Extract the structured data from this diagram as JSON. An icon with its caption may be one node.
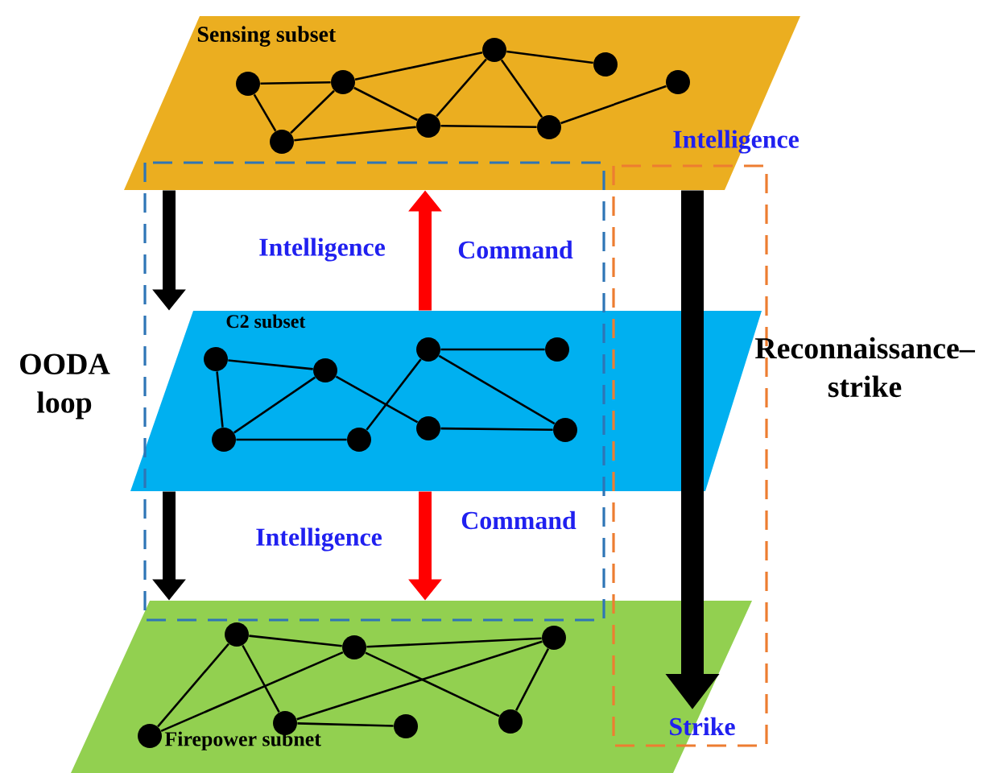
{
  "diagram": {
    "nodes": [
      {
        "text": [
          "Sensing subset"
        ]
      },
      {
        "text": [
          "C2 subset"
        ]
      },
      {
        "text": [
          "Firepower subnet"
        ]
      },
      {
        "text": [],
        "shape": "circle",
        "in": 0
      },
      {
        "text": [],
        "shape": "circle",
        "in": 0
      },
      {
        "text": [],
        "shape": "circle",
        "in": 0
      },
      {
        "text": [],
        "shape": "circle",
        "in": 0
      },
      {
        "text": [],
        "shape": "circle",
        "in": 0
      },
      {
        "text": [],
        "shape": "circle",
        "in": 0
      },
      {
        "text": [],
        "shape": "circle",
        "in": 0
      },
      {
        "text": [],
        "shape": "circle",
        "in": 0
      },
      {
        "text": [],
        "shape": "circle",
        "in": 1
      },
      {
        "text": [],
        "shape": "circle",
        "in": 1
      },
      {
        "text": [],
        "shape": "circle",
        "in": 1
      },
      {
        "text": [],
        "shape": "circle",
        "in": 1
      },
      {
        "text": [],
        "shape": "circle",
        "in": 1
      },
      {
        "text": [],
        "shape": "circle",
        "in": 1
      },
      {
        "text": [],
        "shape": "circle",
        "in": 1
      },
      {
        "text": [],
        "shape": "circle",
        "in": 1
      },
      {
        "text": [],
        "shape": "circle",
        "in": 2
      },
      {
        "text": [],
        "shape": "circle",
        "in": 2
      },
      {
        "text": [],
        "shape": "circle",
        "in": 2
      },
      {
        "text": [],
        "shape": "circle",
        "in": 2
      },
      {
        "text": [],
        "shape": "circle",
        "in": 2
      },
      {
        "text": [],
        "shape": "circle",
        "in": 2
      },
      {
        "text": [],
        "shape": "circle",
        "in": 2
      }
    ],
    "edges": [
      {
        "from": 0,
        "to": 1,
        "arrow": "to",
        "label": "Intelligence",
        "style": "thick"
      },
      {
        "from": 1,
        "to": 0,
        "arrow": "to",
        "label": "Command",
        "style": "thick",
        "color": "#ff0000"
      },
      {
        "from": 1,
        "to": 2,
        "arrow": "to",
        "label": "Intelligence",
        "style": "thick"
      },
      {
        "from": 1,
        "to": 2,
        "arrow": "to",
        "label": "Command",
        "style": "thick",
        "color": "#ff0000"
      },
      {
        "from": 0,
        "to": 2,
        "arrow": "to",
        "style": "thick"
      },
      {
        "from": 3,
        "to": 5,
        "arrow": "none"
      },
      {
        "from": 3,
        "to": 4,
        "arrow": "none"
      },
      {
        "from": 4,
        "to": 5,
        "arrow": "none"
      },
      {
        "from": 5,
        "to": 6,
        "arrow": "none"
      },
      {
        "from": 4,
        "to": 6,
        "arrow": "none"
      },
      {
        "from": 6,
        "to": 7,
        "arrow": "none"
      },
      {
        "from": 5,
        "to": 7,
        "arrow": "none"
      },
      {
        "from": 7,
        "to": 9,
        "arrow": "none"
      },
      {
        "from": 7,
        "to": 8,
        "arrow": "none"
      },
      {
        "from": 6,
        "to": 8,
        "arrow": "none"
      },
      {
        "from": 8,
        "to": 10,
        "arrow": "none"
      },
      {
        "from": 11,
        "to": 13,
        "arrow": "none"
      },
      {
        "from": 11,
        "to": 12,
        "arrow": "none"
      },
      {
        "from": 12,
        "to": 13,
        "arrow": "none"
      },
      {
        "from": 12,
        "to": 14,
        "arrow": "none"
      },
      {
        "from": 14,
        "to": 15,
        "arrow": "none"
      },
      {
        "from": 15,
        "to": 17,
        "arrow": "none"
      },
      {
        "from": 15,
        "to": 18,
        "arrow": "none"
      },
      {
        "from": 13,
        "to": 16,
        "arrow": "none"
      },
      {
        "from": 16,
        "to": 18,
        "arrow": "none"
      },
      {
        "from": 19,
        "to": 20,
        "arrow": "none"
      },
      {
        "from": 19,
        "to": 22,
        "arrow": "none"
      },
      {
        "from": 20,
        "to": 21,
        "arrow": "none"
      },
      {
        "from": 20,
        "to": 22,
        "arrow": "none"
      },
      {
        "from": 22,
        "to": 25,
        "arrow": "none"
      },
      {
        "from": 22,
        "to": 24,
        "arrow": "none"
      },
      {
        "from": 24,
        "to": 25,
        "arrow": "none"
      },
      {
        "from": 21,
        "to": 25,
        "arrow": "none"
      },
      {
        "from": 21,
        "to": 23,
        "arrow": "none"
      }
    ],
    "labels": [
      "Intelligence",
      "OODA loop",
      "Reconnaissance– strike",
      "Strike"
    ]
  }
}
